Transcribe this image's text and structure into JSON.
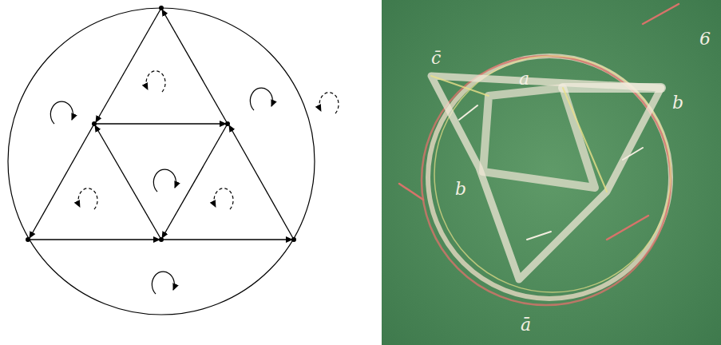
{
  "diagram": {
    "labels": [
      "c̄",
      "a",
      "b",
      "6",
      "b",
      "ā"
    ]
  }
}
